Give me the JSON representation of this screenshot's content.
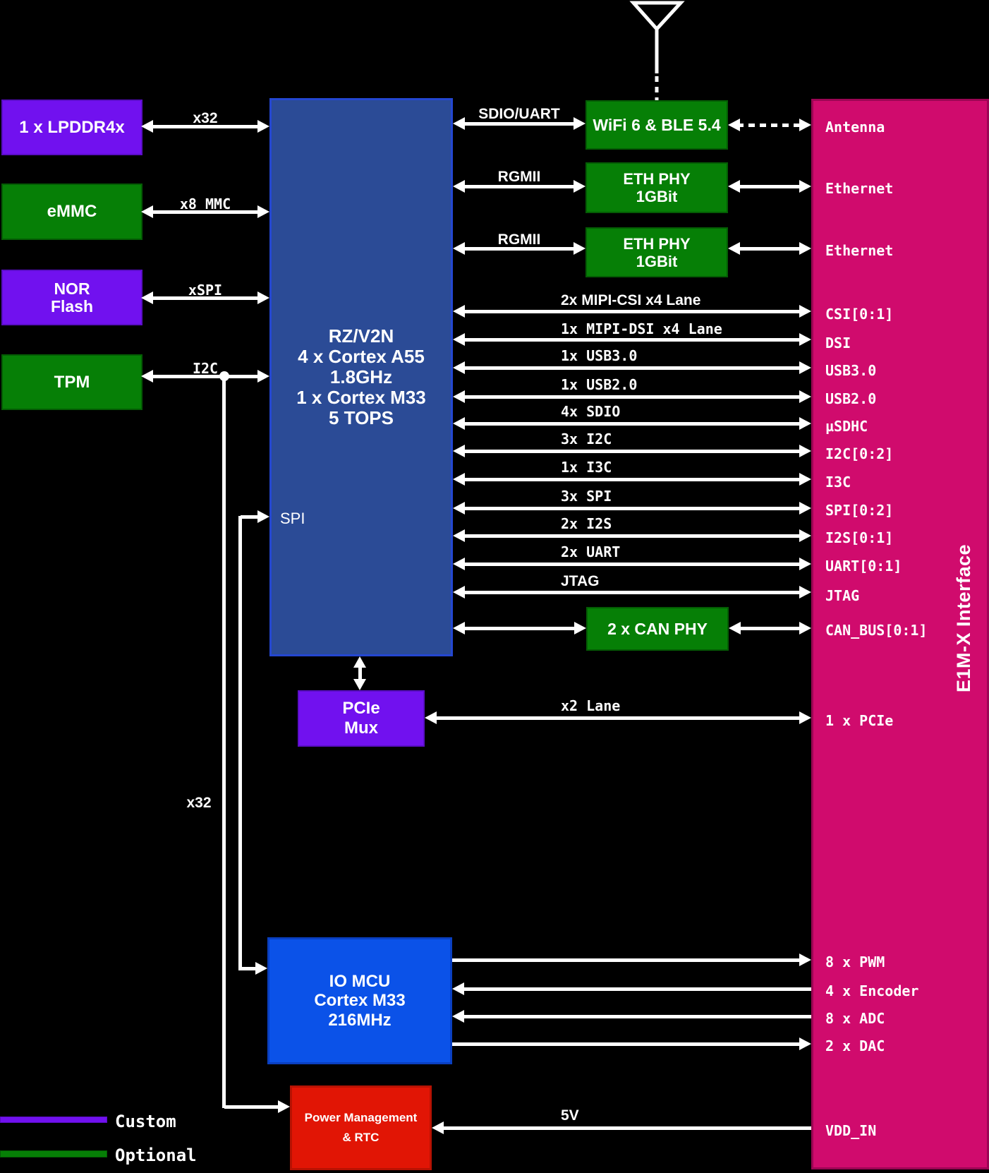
{
  "colors": {
    "background": "#000000",
    "custom_purple": "#7111ef",
    "optional_green": "#067f06",
    "soc_fill": "#2b4b96",
    "soc_border": "#2447d1",
    "mcu_blue": "#0b52e8",
    "power_red": "#e11505",
    "interface_magenta": "#d00b6d",
    "line_white": "#ffffff"
  },
  "blocks": {
    "lpddr4x": "1 x LPDDR4x",
    "emmc": "eMMC",
    "nor_line1": "NOR",
    "nor_line2": "Flash",
    "tpm": "TPM",
    "soc_lines": [
      "RZ/V2N",
      "4 x Cortex A55 1.8GHz",
      "1 x Cortex M33",
      "5 TOPS"
    ],
    "soc_spi_port": "SPI",
    "wifi": "WiFi 6 & BLE 5.4",
    "eth_line1": "ETH PHY",
    "eth_line2": "1GBit",
    "can": "2 x CAN PHY",
    "pcie_mux_line1": "PCIe",
    "pcie_mux_line2": "Mux",
    "mcu_lines": [
      "IO MCU",
      "Cortex M33",
      "216MHz"
    ],
    "power_line1": "Power Management",
    "power_line2": "& RTC"
  },
  "buses": {
    "x32": "x32",
    "x8_mmc": "x8 MMC",
    "xspi": "xSPI",
    "i2c": "I2C",
    "sdio_uart": "SDIO/UART",
    "rgmii1": "RGMII",
    "rgmii2": "RGMII",
    "x2_lane": "x2 Lane",
    "v5": "5V",
    "x32_bottom": "x32"
  },
  "interface_rows": [
    {
      "bus": "2x MIPI-CSI x4 Lane",
      "port": "CSI[0:1]"
    },
    {
      "bus": "1x MIPI-DSI x4 Lane",
      "port": "DSI"
    },
    {
      "bus": "1x USB3.0",
      "port": "USB3.0"
    },
    {
      "bus": "1x USB2.0",
      "port": "USB2.0"
    },
    {
      "bus": "4x SDIO",
      "port": "µSDHC"
    },
    {
      "bus": "3x I2C",
      "port": "I2C[0:2]"
    },
    {
      "bus": "1x I3C",
      "port": "I3C"
    },
    {
      "bus": "3x SPI",
      "port": "SPI[0:2]"
    },
    {
      "bus": "2x I2S",
      "port": "I2S[0:1]"
    },
    {
      "bus": "2x UART",
      "port": "UART[0:1]"
    },
    {
      "bus": "JTAG",
      "port": "JTAG"
    }
  ],
  "ports": {
    "antenna": "Antenna",
    "ethernet1": "Ethernet",
    "ethernet2": "Ethernet",
    "can_bus": "CAN_BUS[0:1]",
    "pcie": "1 x PCIe",
    "pwm": "8 x PWM",
    "encoder": "4 x Encoder",
    "adc": "8 x ADC",
    "dac": "2 x DAC",
    "vdd_in": "VDD_IN"
  },
  "panel_title": "E1M-X Interface",
  "legend": {
    "custom": "Custom",
    "optional": "Optional"
  }
}
